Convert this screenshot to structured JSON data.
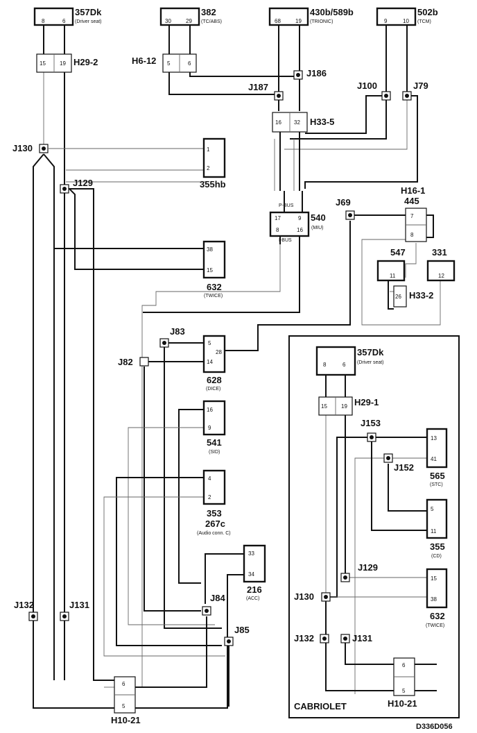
{
  "components": {
    "c357dk_top": {
      "name": "357Dk",
      "sub": "(Driver seat)",
      "pins": [
        "8",
        "6"
      ]
    },
    "c382": {
      "name": "382",
      "sub": "(TC/ABS)",
      "pins": [
        "30",
        "29"
      ]
    },
    "c430b": {
      "name": "430b/589b",
      "sub": "(TRIONIC)",
      "pins": [
        "68",
        "19"
      ]
    },
    "c502b": {
      "name": "502b",
      "sub": "(TCM)",
      "pins": [
        "9",
        "10"
      ]
    },
    "c355hb": {
      "name": "355hb",
      "pins": [
        "1",
        "2"
      ]
    },
    "c540": {
      "name": "540",
      "sub": "(MIU)",
      "pins": [
        "17",
        "9",
        "8",
        "16"
      ],
      "pbus": "P-BUS",
      "ibus": "I-BUS"
    },
    "c632_main": {
      "name": "632",
      "sub": "(TWICE)",
      "pins": [
        "38",
        "15"
      ]
    },
    "c547": {
      "name": "547",
      "pins": [
        "11"
      ]
    },
    "c331": {
      "name": "331",
      "pins": [
        "12"
      ]
    },
    "c628": {
      "name": "628",
      "sub": "(DICE)",
      "pins": [
        "5",
        "14",
        "28"
      ]
    },
    "c541": {
      "name": "541",
      "sub": "(SID)",
      "pins": [
        "16",
        "9"
      ]
    },
    "c353": {
      "name": "353",
      "name2": "267c",
      "sub": "(Audio conn. C)",
      "pins": [
        "4",
        "2"
      ]
    },
    "c216": {
      "name": "216",
      "sub": "(ACC)",
      "pins": [
        "33",
        "34"
      ]
    },
    "c357dk_cab": {
      "name": "357Dk",
      "sub": "(Driver seat)",
      "pins": [
        "8",
        "6"
      ]
    },
    "c565": {
      "name": "565",
      "sub": "(STC)",
      "pins": [
        "13",
        "41"
      ]
    },
    "c355_cab": {
      "name": "355",
      "sub": "(CD)",
      "pins": [
        "5",
        "11"
      ]
    },
    "c632_cab": {
      "name": "632",
      "sub": "(TWICE)",
      "pins": [
        "15",
        "38"
      ]
    }
  },
  "connectors": {
    "h29_2": {
      "name": "H29-2",
      "pins": [
        "15",
        "19"
      ]
    },
    "h6_12": {
      "name": "H6-12",
      "pins": [
        "5",
        "6"
      ]
    },
    "h33_5": {
      "name": "H33-5",
      "pins": [
        "16",
        "32"
      ]
    },
    "h16_1": {
      "name": "H16-1",
      "name2": "445",
      "pins": [
        "7",
        "8"
      ]
    },
    "h33_2": {
      "name": "H33-2",
      "pins": [
        "26"
      ]
    },
    "h10_21": {
      "name": "H10-21",
      "pins": [
        "6",
        "5"
      ]
    },
    "h29_1": {
      "name": "H29-1",
      "pins": [
        "15",
        "19"
      ]
    },
    "h10_21_cab": {
      "name": "H10-21",
      "pins": [
        "6",
        "5"
      ]
    }
  },
  "junctions": {
    "j186": "J186",
    "j187": "J187",
    "j100": "J100",
    "j79": "J79",
    "j130": "J130",
    "j129": "J129",
    "j69": "J69",
    "j83": "J83",
    "j82": "J82",
    "j84": "J84",
    "j85": "J85",
    "j132": "J132",
    "j131": "J131",
    "j153": "J153",
    "j152": "J152",
    "j129_cab": "J129",
    "j130_cab": "J130",
    "j132_cab": "J132",
    "j131_cab": "J131"
  },
  "cabriolet_label": "CABRIOLET",
  "figure_id": "D336D056"
}
